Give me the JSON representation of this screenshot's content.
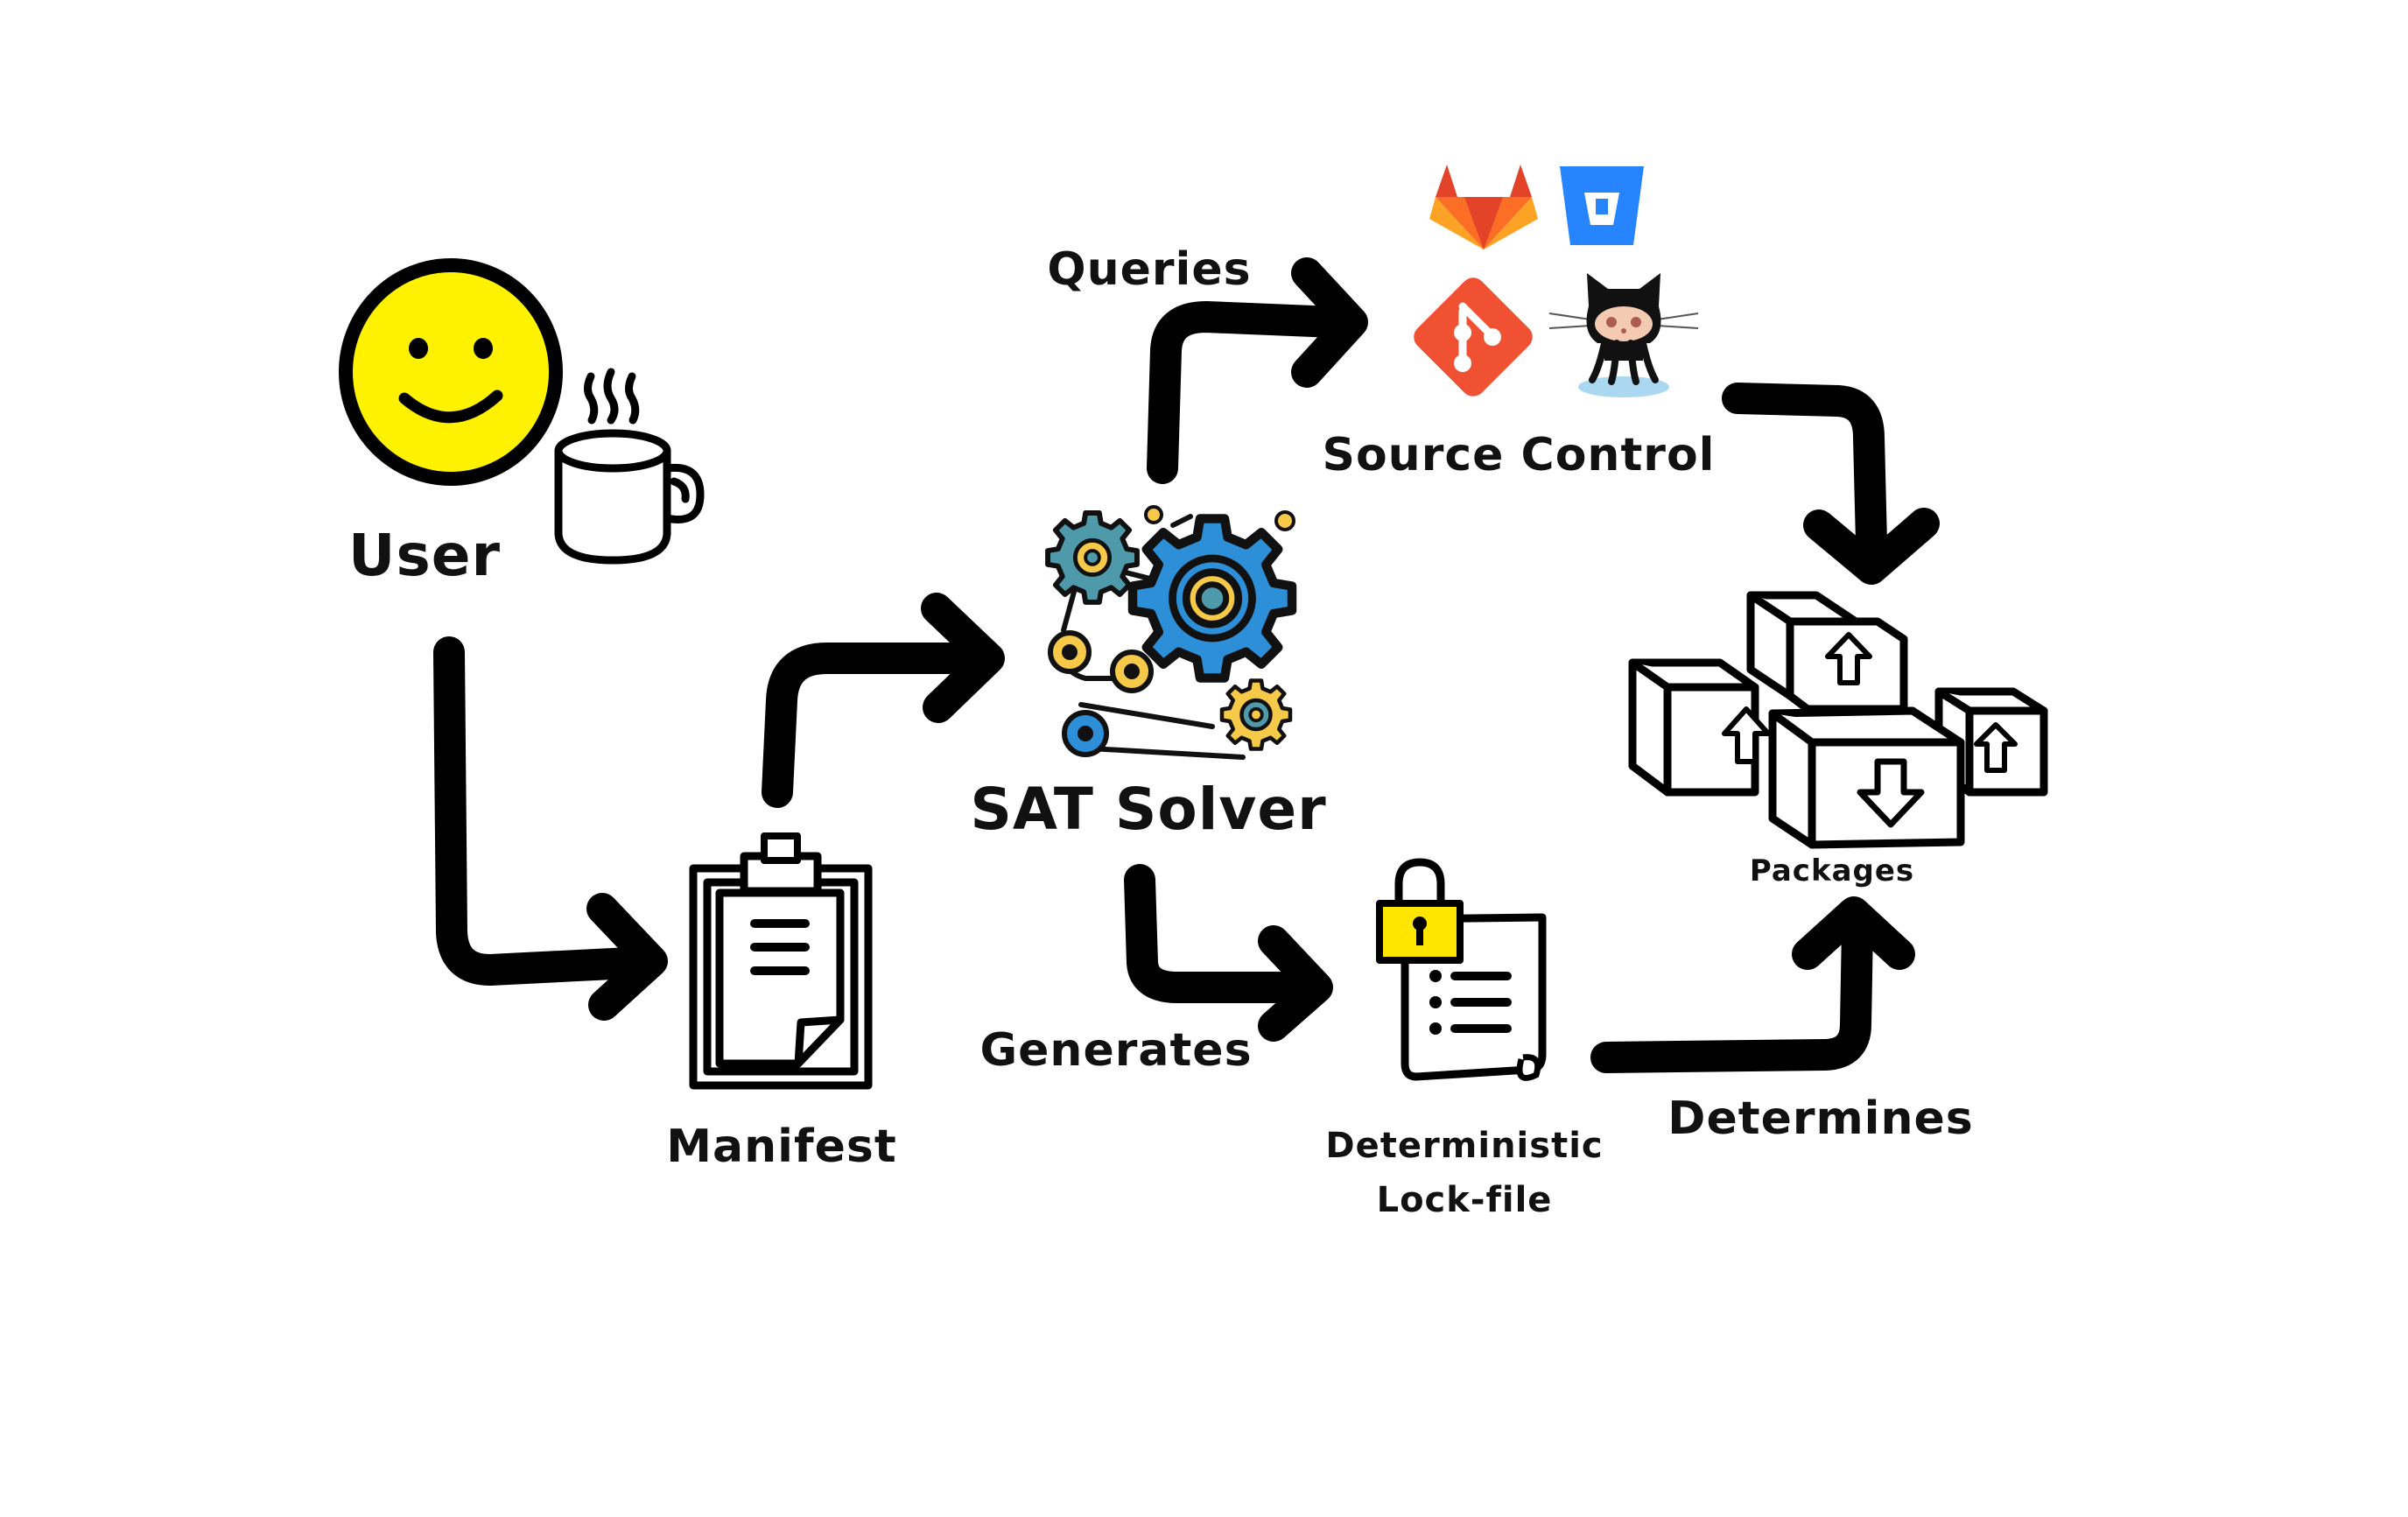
{
  "labels": {
    "user": "User",
    "manifest": "Manifest",
    "sat_solver": "SAT Solver",
    "queries": "Queries",
    "source_control": "Source Control",
    "generates": "Generates",
    "lockfile_line1": "Deterministic",
    "lockfile_line2": "Lock-file",
    "determines": "Determines",
    "packages": "Packages"
  },
  "icons": {
    "user": "smiley-face-icon",
    "coffee": "coffee-mug-icon",
    "manifest": "clipboard-icon",
    "sat_solver": "gears-icon",
    "gitlab": "gitlab-icon",
    "bitbucket": "bitbucket-icon",
    "git": "git-icon",
    "github": "github-octocat-icon",
    "lockfile": "locked-document-icon",
    "packages": "package-boxes-icon"
  },
  "colors": {
    "smiley_yellow": "#FFF200",
    "gear_blue": "#2D8FD8",
    "gear_teal": "#4E9AAA",
    "gear_gold": "#F7C948",
    "gitlab_orange": "#FC6D26",
    "gitlab_red": "#E24329",
    "gitlab_amber": "#FCA326",
    "bitbucket_blue": "#2684FF",
    "git_orange": "#F05133",
    "lock_yellow": "#FFE600",
    "stroke": "#111111"
  }
}
